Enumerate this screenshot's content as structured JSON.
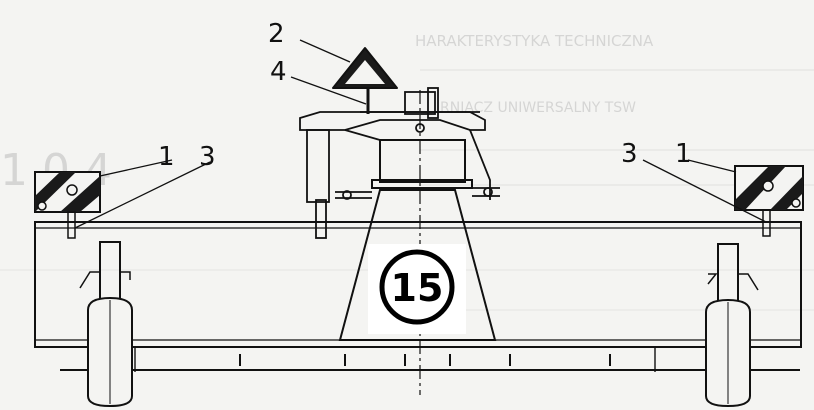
{
  "figure": {
    "number": "15",
    "callouts": [
      {
        "id": "c2",
        "label": "2"
      },
      {
        "id": "c4",
        "label": "4"
      },
      {
        "id": "c1-left",
        "label": "1"
      },
      {
        "id": "c3-left",
        "label": "3"
      },
      {
        "id": "c3-right",
        "label": "3"
      },
      {
        "id": "c1-right",
        "label": "1"
      }
    ]
  },
  "bleed_through_text": {
    "line1": "HARAKTERYSTYKA TECHNICZNA",
    "line2": "RNIACZ UNIWERSALNY TSW",
    "big": "1 0 4"
  },
  "colors": {
    "ink": "#111111",
    "paper": "#f4f4f2",
    "bleed": "#bdbdbd",
    "sign_fill": "#1a1a1a"
  }
}
